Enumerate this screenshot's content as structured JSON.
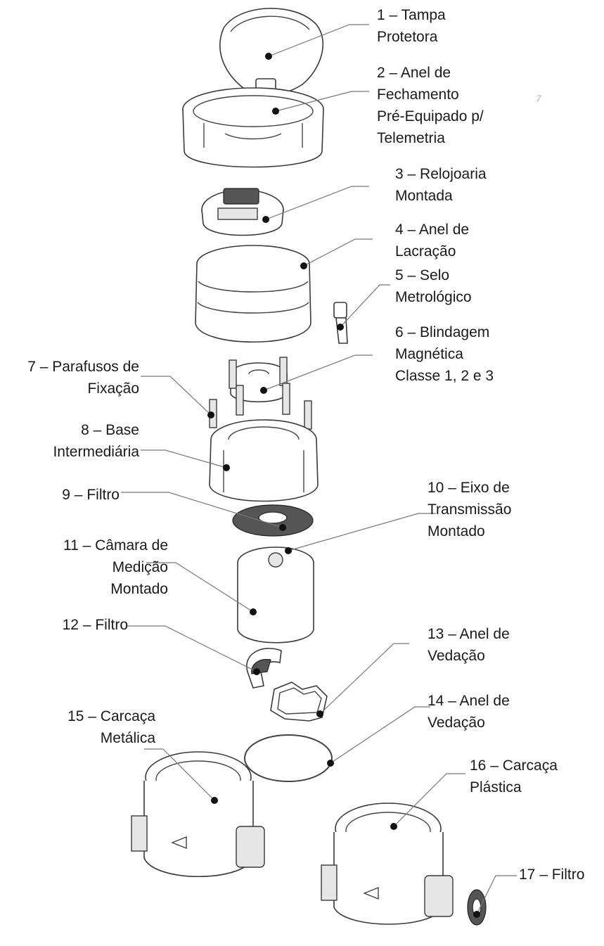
{
  "diagram": {
    "labels": [
      {
        "id": "1",
        "lines": [
          "1 – Tampa",
          "Protetora"
        ]
      },
      {
        "id": "2",
        "lines": [
          "2 – Anel de",
          "Fechamento",
          "Pré-Equipado p/",
          "Telemetria"
        ]
      },
      {
        "id": "3",
        "lines": [
          "3 – Relojoaria",
          "Montada"
        ]
      },
      {
        "id": "4",
        "lines": [
          "4 – Anel de",
          "Lacração"
        ]
      },
      {
        "id": "5",
        "lines": [
          "5 – Selo",
          "Metrológico"
        ]
      },
      {
        "id": "6",
        "lines": [
          "6 – Blindagem",
          "Magnética",
          "Classe 1, 2 e 3"
        ]
      },
      {
        "id": "7",
        "lines": [
          "7 – Parafusos de",
          "Fixação"
        ]
      },
      {
        "id": "8",
        "lines": [
          "8 – Base",
          "Intermediária"
        ]
      },
      {
        "id": "9",
        "lines": [
          "9 – Filtro"
        ]
      },
      {
        "id": "10",
        "lines": [
          "10 – Eixo de",
          "Transmissão",
          "Montado"
        ]
      },
      {
        "id": "11",
        "lines": [
          "11 – Câmara de",
          "Medição",
          "Montado"
        ]
      },
      {
        "id": "12",
        "lines": [
          "12 – Filtro"
        ]
      },
      {
        "id": "13",
        "lines": [
          "13 – Anel de",
          "Vedação"
        ]
      },
      {
        "id": "14",
        "lines": [
          "14 – Anel de",
          "Vedação"
        ]
      },
      {
        "id": "15",
        "lines": [
          "15 – Carcaça",
          "Metálica"
        ]
      },
      {
        "id": "16",
        "lines": [
          "16 – Carcaça",
          "Plástica"
        ]
      },
      {
        "id": "17",
        "lines": [
          "17 – Filtro"
        ]
      }
    ],
    "stray_mark": "7"
  }
}
